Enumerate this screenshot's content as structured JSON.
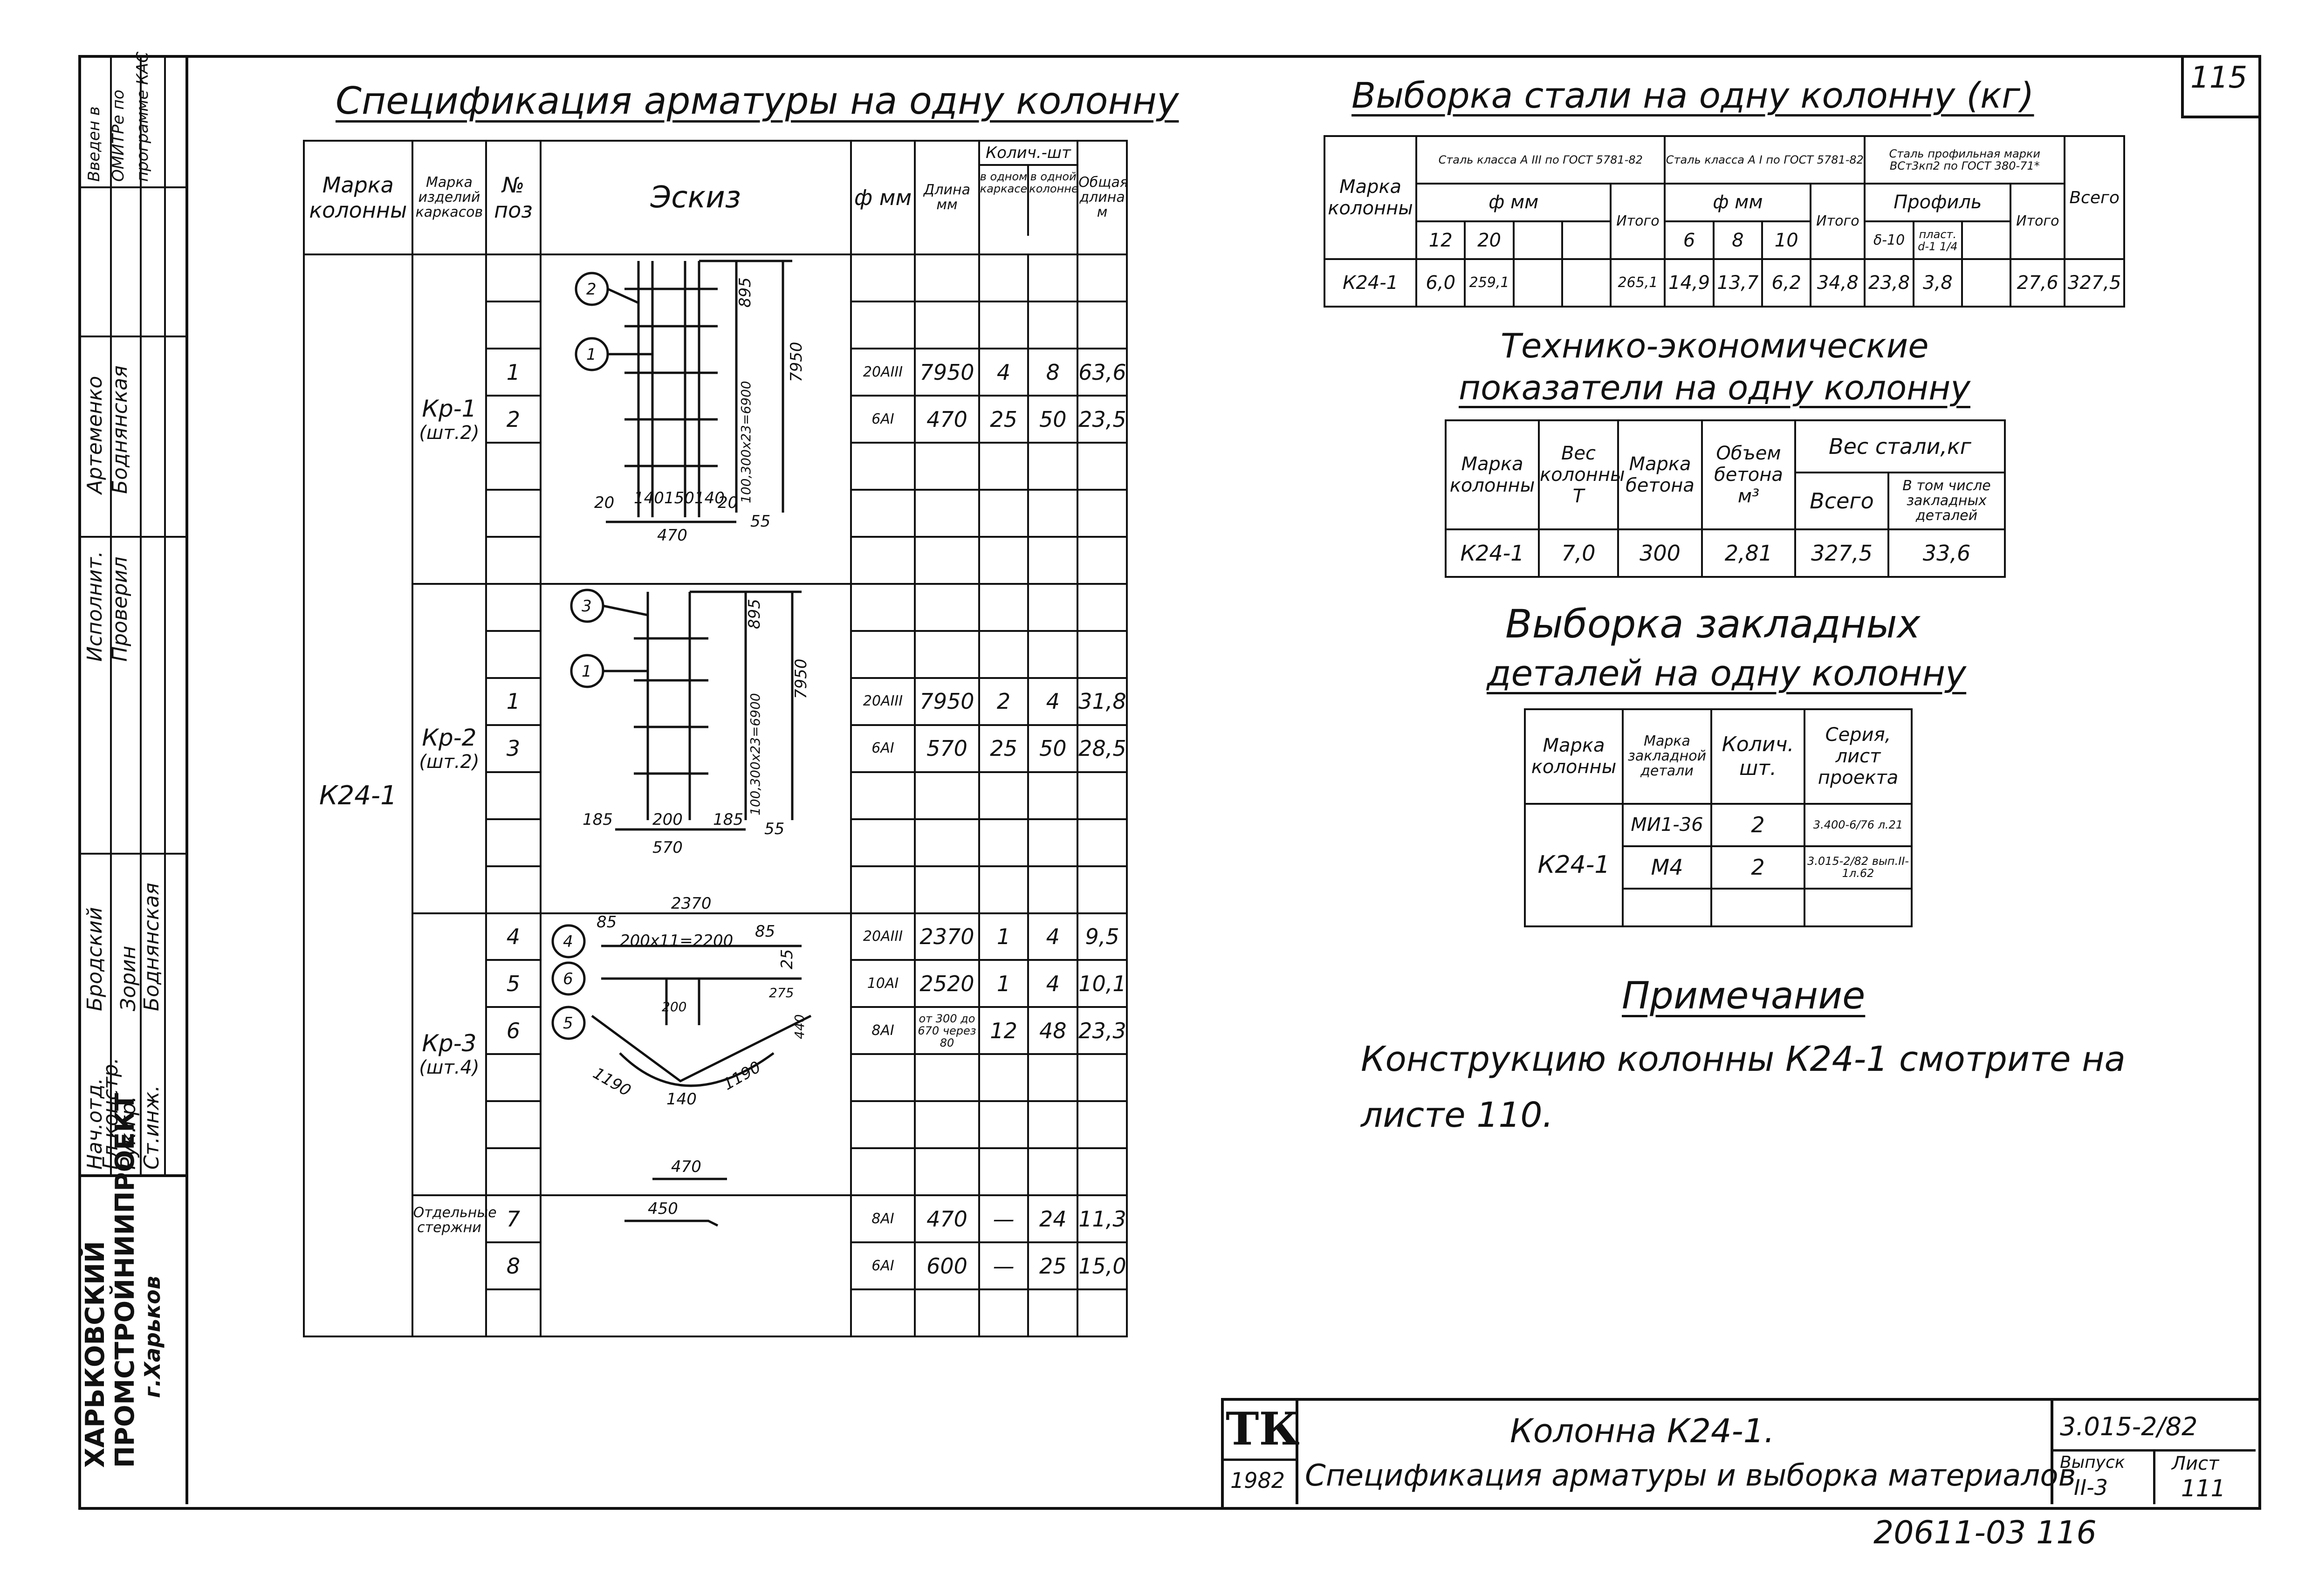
{
  "side_stamp": {
    "row1": [
      "Нач.отд.",
      "Бродский",
      ""
    ],
    "row2": [
      "Гл.констр.",
      "Зорин",
      ""
    ],
    "row3": [
      "Рук.гр.",
      "Зорин",
      ""
    ],
    "row4": [
      "Ст.инж.",
      "Боднянская",
      ""
    ],
    "row5": [
      "Исполнит.",
      "Артеменко",
      ""
    ],
    "row6": [
      "Проверил",
      "Боднянская",
      ""
    ],
    "note": "Введен в ОМИТРе по программе КАС",
    "org_line1": "ХАРЬКОВСКИЙ",
    "org_line2": "ПРОМСТРОЙНИИПРОЕКТ",
    "org_line3": "г.Харьков"
  },
  "page_number": "115",
  "spec": {
    "title": "Спецификация арматуры на одну колонну",
    "headers": {
      "marka": "Марка колонны",
      "marka_karkas": "Марка изделий каркасов",
      "poz": "№ поз",
      "eskiz": "Эскиз",
      "phi": "ф мм",
      "dlina": "Длина мм",
      "kolich": "Колич.-шт",
      "v_odnom": "в одном каркасе",
      "v_odnoi": "в одной колонне",
      "obshaya": "Общая длина м"
    },
    "column_mark": "К24-1",
    "groups": [
      {
        "name": "Кр-1",
        "qty": "(шт.2)",
        "rows": [
          {
            "poz": "1",
            "phi": "20АIII",
            "dlina": "7950",
            "v1": "4",
            "v2": "8",
            "total": "63,6"
          },
          {
            "poz": "2",
            "phi": "6АI",
            "dlina": "470",
            "v1": "25",
            "v2": "50",
            "total": "23,5"
          }
        ]
      },
      {
        "name": "Кр-2",
        "qty": "(шт.2)",
        "rows": [
          {
            "poz": "1",
            "phi": "20АIII",
            "dlina": "7950",
            "v1": "2",
            "v2": "4",
            "total": "31,8"
          },
          {
            "poz": "3",
            "phi": "6АI",
            "dlina": "570",
            "v1": "25",
            "v2": "50",
            "total": "28,5"
          }
        ]
      },
      {
        "name": "Кр-3",
        "qty": "(шт.4)",
        "rows": [
          {
            "poz": "4",
            "phi": "20АIII",
            "dlina": "2370",
            "v1": "1",
            "v2": "4",
            "total": "9,5"
          },
          {
            "poz": "5",
            "phi": "10АI",
            "dlina": "2520",
            "v1": "1",
            "v2": "4",
            "total": "10,1"
          },
          {
            "poz": "6",
            "phi": "8АI",
            "dlina": "от 300 до 670 через 80",
            "v1": "12",
            "v2": "48",
            "total": "23,3"
          }
        ]
      },
      {
        "name": "Отдельные стержни",
        "qty": "",
        "rows": [
          {
            "poz": "7",
            "phi": "8АI",
            "dlina": "470",
            "v1": "—",
            "v2": "24",
            "total": "11,3"
          },
          {
            "poz": "8",
            "phi": "6АI",
            "dlina": "600",
            "v1": "—",
            "v2": "25",
            "total": "15,0"
          }
        ]
      }
    ],
    "sketch_labels": {
      "kr1": [
        "895",
        "7950",
        "100,300х23=6900",
        "55",
        "20",
        "140",
        "150",
        "140",
        "20",
        "470"
      ],
      "kr2": [
        "895",
        "7950",
        "100,300х23=6900",
        "55",
        "185",
        "200",
        "185",
        "570"
      ],
      "kr3": [
        "2370",
        "85",
        "200х11=2200",
        "85",
        "25",
        "275",
        "440",
        "1190",
        "140",
        "1190",
        "200"
      ],
      "bars": [
        "470",
        "450"
      ],
      "circles": [
        "1",
        "2",
        "3",
        "4",
        "5",
        "6"
      ]
    }
  },
  "steel": {
    "title": "Выборка стали на одну колонну (кг)",
    "h_marka": "Марка колонны",
    "h_am": "Сталь класса А III по ГОСТ 5781-82",
    "h_ai": "Сталь класса А I по ГОСТ 5781-82",
    "h_prof": "Сталь профильная марки ВСт3кп2 по ГОСТ 380-71*",
    "h_phimm": "ф мм",
    "h_profil": "Профиль",
    "h_itogo": "Итого",
    "h_vsego": "Всего",
    "d12": "12",
    "d20": "20",
    "d6": "6",
    "d8": "8",
    "d10": "10",
    "p1": "δ-10",
    "p2": "пласт. d-1 1/4",
    "row": [
      "К24-1",
      "6,0",
      "259,1",
      "",
      "",
      "265,1",
      "14,9",
      "13,7",
      "6,2",
      "34,8",
      "23,8",
      "3,8",
      "",
      "27,6",
      "327,5"
    ]
  },
  "tep": {
    "title1": "Технико-экономические",
    "title2": "показатели на одну колонну",
    "h": [
      "Марка колонны",
      "Вес колонны Т",
      "Марка бетона",
      "Объем бетона м³",
      "Вес стали,кг",
      "Всего",
      "В том числе закладных деталей"
    ],
    "row": [
      "К24-1",
      "7,0",
      "300",
      "2,81",
      "327,5",
      "33,6"
    ]
  },
  "zakl": {
    "title1": "Выборка закладных",
    "title2": "деталей на одну колонну",
    "h": [
      "Марка колонны",
      "Марка закладной детали",
      "Колич. шт.",
      "Серия, лист проекта"
    ],
    "mark": "К24-1",
    "rows": [
      [
        "МИ1-36",
        "2",
        "3.400-6/76 л.21"
      ],
      [
        "М4",
        "2",
        "3.015-2/82 вып.II-1л.62"
      ]
    ]
  },
  "note": {
    "title": "Примечание",
    "text1": "Конструкцию колонны К24-1 смотрите на",
    "text2": "листе 110."
  },
  "stamp": {
    "tk": "ТК",
    "year": "1982",
    "line1": "Колонна К24-1.",
    "line2": "Спецификация арматуры и выборка материалов",
    "code": "3.015-2/82",
    "vyp_label": "Выпуск",
    "vyp": "II-3",
    "list_label": "Лист",
    "list": "111"
  },
  "bottom_number": "20611-03 116"
}
